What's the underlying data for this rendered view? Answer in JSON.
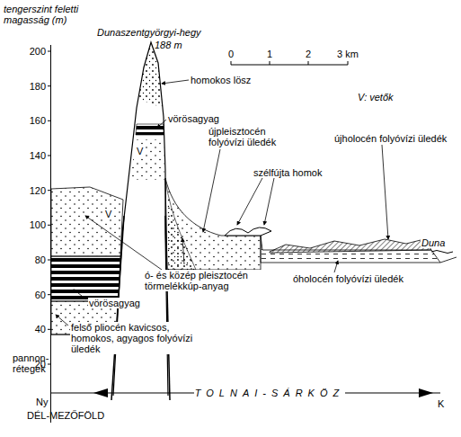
{
  "diagram": {
    "labels": [
      "tengerszint feletti magasság (m)",
      "200",
      "180",
      "160",
      "140",
      "120",
      "100",
      "80",
      "60",
      "40",
      "20",
      "Dunaszentgyörgyi-hegy",
      "188 m",
      "homokos lösz",
      "vörösagyag",
      "V",
      "V",
      "0",
      "1",
      "2",
      "3 km",
      "V: vetők",
      "újpleisztocén folyóvízi üledék",
      "szélfújta homok",
      "újholocén folyóvízi üledék",
      "Duna",
      "óholocén folyóvízi üledék",
      "ó- és közép pleisztocén törmelékkúp-anyag",
      "vörösagyag",
      "felső pliocén kavicsos, homokos, agyagos folyóvízi üledék",
      "pannon-rétegek",
      "Ny",
      "TOLNAI-SÁRKÖZ",
      "K",
      "DÉL-MEZŐFÖLD"
    ]
  }
}
